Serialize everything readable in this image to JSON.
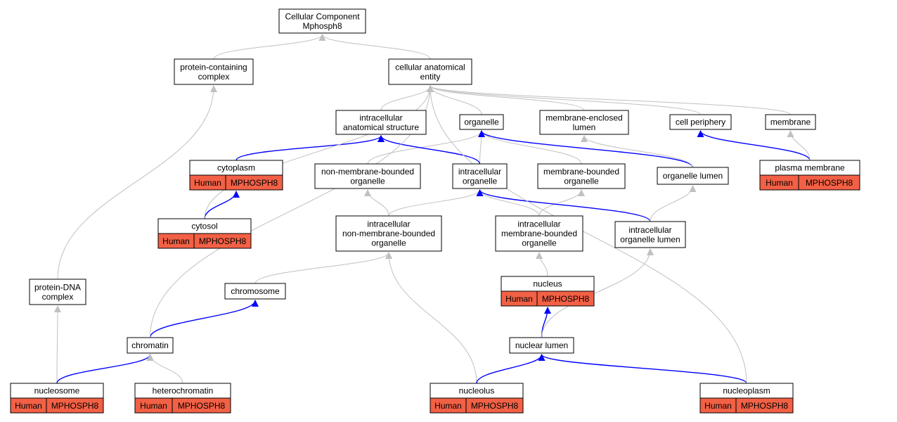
{
  "colors": {
    "edge_default": "#c0c0c0",
    "edge_highlight": "#0000ff",
    "annotation_fill": "#f26045",
    "node_fill": "#ffffff",
    "node_stroke": "#000000"
  },
  "nodes": {
    "root": [
      "Cellular Component",
      "Mphosph8"
    ],
    "protein_containing_complex": [
      "protein-containing",
      "complex"
    ],
    "cellular_anatomical_entity": [
      "cellular anatomical",
      "entity"
    ],
    "intracellular_anatomical_structure": [
      "intracellular",
      "anatomical structure"
    ],
    "organelle": [
      "organelle"
    ],
    "membrane_enclosed_lumen": [
      "membrane-enclosed",
      "lumen"
    ],
    "cell_periphery": [
      "cell periphery"
    ],
    "membrane": [
      "membrane"
    ],
    "cytoplasm": [
      "cytoplasm"
    ],
    "non_membrane_bounded_organelle": [
      "non-membrane-bounded",
      "organelle"
    ],
    "intracellular_organelle": [
      "intracellular",
      "organelle"
    ],
    "membrane_bounded_organelle": [
      "membrane-bounded",
      "organelle"
    ],
    "organelle_lumen": [
      "organelle lumen"
    ],
    "plasma_membrane": [
      "plasma membrane"
    ],
    "cytosol": [
      "cytosol"
    ],
    "intracellular_non_membrane_bounded_organelle": [
      "intracellular",
      "non-membrane-bounded",
      "organelle"
    ],
    "intracellular_membrane_bounded_organelle": [
      "intracellular",
      "membrane-bounded",
      "organelle"
    ],
    "intracellular_organelle_lumen": [
      "intracellular",
      "organelle lumen"
    ],
    "protein_dna_complex": [
      "protein-DNA",
      "complex"
    ],
    "chromosome": [
      "chromosome"
    ],
    "nucleus": [
      "nucleus"
    ],
    "chromatin": [
      "chromatin"
    ],
    "nuclear_lumen": [
      "nuclear lumen"
    ],
    "nucleosome": [
      "nucleosome"
    ],
    "heterochromatin": [
      "heterochromatin"
    ],
    "nucleolus": [
      "nucleolus"
    ],
    "nucleoplasm": [
      "nucleoplasm"
    ]
  },
  "annotation": {
    "species": "Human",
    "gene": "MPHOSPH8"
  },
  "annotated_terms": [
    "cytoplasm",
    "plasma_membrane",
    "cytosol",
    "nucleus",
    "nucleosome",
    "heterochromatin",
    "nucleolus",
    "nucleoplasm"
  ],
  "edges": [
    {
      "from": "protein_containing_complex",
      "to": "root",
      "highlight": false
    },
    {
      "from": "cellular_anatomical_entity",
      "to": "root",
      "highlight": false
    },
    {
      "from": "intracellular_anatomical_structure",
      "to": "cellular_anatomical_entity",
      "highlight": false
    },
    {
      "from": "organelle",
      "to": "cellular_anatomical_entity",
      "highlight": false
    },
    {
      "from": "membrane_enclosed_lumen",
      "to": "cellular_anatomical_entity",
      "highlight": false
    },
    {
      "from": "cell_periphery",
      "to": "cellular_anatomical_entity",
      "highlight": false
    },
    {
      "from": "membrane",
      "to": "cellular_anatomical_entity",
      "highlight": false
    },
    {
      "from": "cytoplasm",
      "to": "intracellular_anatomical_structure",
      "highlight": true
    },
    {
      "from": "cytosol",
      "to": "cytoplasm",
      "highlight": true
    },
    {
      "from": "cytosol",
      "to": "cellular_anatomical_entity",
      "highlight": false
    },
    {
      "from": "non_membrane_bounded_organelle",
      "to": "organelle",
      "highlight": false
    },
    {
      "from": "intracellular_organelle",
      "to": "organelle",
      "highlight": false
    },
    {
      "from": "intracellular_organelle",
      "to": "intracellular_anatomical_structure",
      "highlight": true
    },
    {
      "from": "membrane_bounded_organelle",
      "to": "organelle",
      "highlight": false
    },
    {
      "from": "organelle_lumen",
      "to": "organelle",
      "highlight": true
    },
    {
      "from": "organelle_lumen",
      "to": "membrane_enclosed_lumen",
      "highlight": false
    },
    {
      "from": "plasma_membrane",
      "to": "cell_periphery",
      "highlight": true
    },
    {
      "from": "plasma_membrane",
      "to": "membrane",
      "highlight": false
    },
    {
      "from": "intracellular_non_membrane_bounded_organelle",
      "to": "non_membrane_bounded_organelle",
      "highlight": false
    },
    {
      "from": "intracellular_non_membrane_bounded_organelle",
      "to": "intracellular_organelle",
      "highlight": false
    },
    {
      "from": "intracellular_membrane_bounded_organelle",
      "to": "intracellular_organelle",
      "highlight": false
    },
    {
      "from": "intracellular_membrane_bounded_organelle",
      "to": "membrane_bounded_organelle",
      "highlight": false
    },
    {
      "from": "intracellular_organelle_lumen",
      "to": "intracellular_organelle",
      "highlight": true
    },
    {
      "from": "intracellular_organelle_lumen",
      "to": "organelle_lumen",
      "highlight": false
    },
    {
      "from": "protein_dna_complex",
      "to": "protein_containing_complex",
      "highlight": false
    },
    {
      "from": "chromosome",
      "to": "intracellular_non_membrane_bounded_organelle",
      "highlight": false
    },
    {
      "from": "nucleus",
      "to": "intracellular_membrane_bounded_organelle",
      "highlight": false
    },
    {
      "from": "chromatin",
      "to": "chromosome",
      "highlight": true
    },
    {
      "from": "chromatin",
      "to": "cellular_anatomical_entity",
      "highlight": false
    },
    {
      "from": "nuclear_lumen",
      "to": "nucleus",
      "highlight": true
    },
    {
      "from": "nuclear_lumen",
      "to": "intracellular_organelle_lumen",
      "highlight": false
    },
    {
      "from": "nucleosome",
      "to": "protein_dna_complex",
      "highlight": false
    },
    {
      "from": "nucleosome",
      "to": "chromatin",
      "highlight": true
    },
    {
      "from": "heterochromatin",
      "to": "chromatin",
      "highlight": false
    },
    {
      "from": "nucleolus",
      "to": "intracellular_non_membrane_bounded_organelle",
      "highlight": false
    },
    {
      "from": "nucleolus",
      "to": "nuclear_lumen",
      "highlight": true
    },
    {
      "from": "nucleoplasm",
      "to": "nuclear_lumen",
      "highlight": true
    },
    {
      "from": "nucleoplasm",
      "to": "cellular_anatomical_entity",
      "highlight": false
    }
  ]
}
